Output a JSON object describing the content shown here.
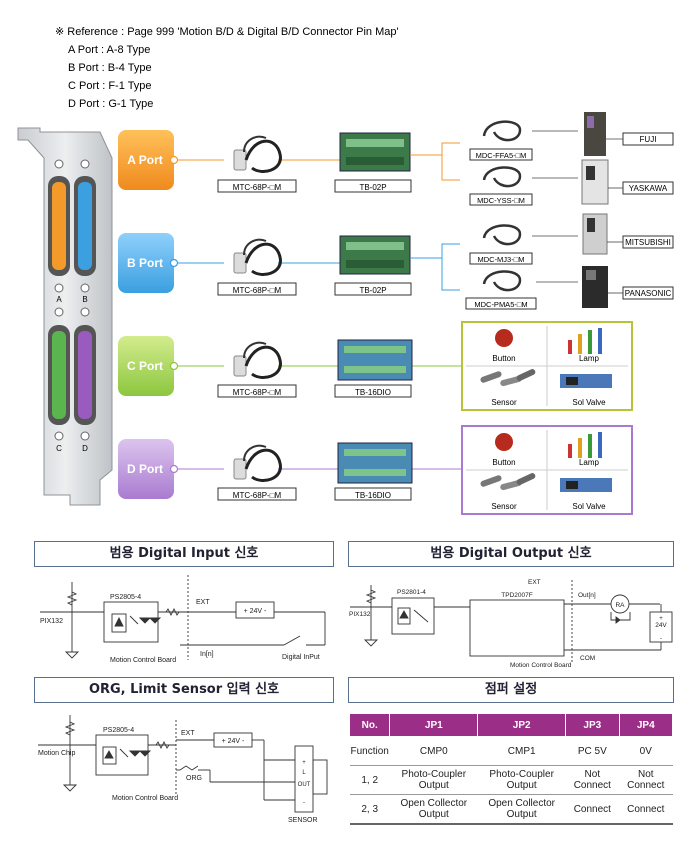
{
  "reference": {
    "note": "※ Reference : Page 999  'Motion B/D & Digital B/D Connector Pin Map'",
    "ports": [
      "A Port : A-8 Type",
      "B Port : B-4 Type",
      "C Port : F-1 Type",
      "D Port : G-1 Type"
    ]
  },
  "bracket": {
    "labels": [
      "A",
      "B",
      "C",
      "D"
    ]
  },
  "rows": [
    {
      "port": "A Port",
      "cable": "MTC-68P-□M",
      "terminal": "TB-02P",
      "color": "#f39a2b",
      "outputs": [
        {
          "cable": "MDC-FFA5-□M",
          "brand": "FUJI"
        },
        {
          "cable": "MDC-YSS-□M",
          "brand": "YASKAWA"
        }
      ]
    },
    {
      "port": "B Port",
      "cable": "MTC-68P-□M",
      "terminal": "TB-02P",
      "color": "#3b9fe0",
      "outputs": [
        {
          "cable": "MDC-MJ3-□M",
          "brand": "MITSUBISHI"
        },
        {
          "cable": "MDC-PMA5-□M",
          "brand": "PANASONIC"
        }
      ]
    },
    {
      "port": "C Port",
      "cable": "MTC-68P-□M",
      "terminal": "TB-16DIO",
      "color": "#8cc63f",
      "devices": [
        "Button",
        "Lamp",
        "Sensor",
        "Sol Valve"
      ]
    },
    {
      "port": "D Port",
      "cable": "MTC-68P-□M",
      "terminal": "TB-16DIO",
      "color": "#a97bd0",
      "devices": [
        "Button",
        "Lamp",
        "Sensor",
        "Sol Valve"
      ]
    }
  ],
  "sections": {
    "digital_input": {
      "title": "범용 Digital Input 신호",
      "labels": {
        "chip": "PS2805-4",
        "pin": "PIX132",
        "ext": "EXT",
        "power": "+ 24V -",
        "board": "Motion Control Board",
        "in": "In[n]",
        "switch": "Digital InPut"
      }
    },
    "digital_output": {
      "title": "범용 Digital Output 신호",
      "labels": {
        "chip": "PS2801-4",
        "pin": "PIX132",
        "driver": "TPD2007F",
        "ext": "EXT",
        "out": "Out[n]",
        "ra": "RA",
        "power": "24V",
        "plus": "+",
        "minus": "-",
        "com": "COM",
        "board": "Motion Control Board"
      }
    },
    "sensor": {
      "title": "ORG, Limit Sensor 입력 신호",
      "labels": {
        "chip": "PS2805-4",
        "pin": "Motion Chip",
        "ext": "EXT",
        "power": "+ 24V -",
        "org": "ORG",
        "board": "Motion Control Board",
        "sensor": "SENSOR",
        "plus": "+",
        "l": "L",
        "out": "OUT",
        "minus": "-"
      }
    },
    "jumper": {
      "title": "점퍼 설정",
      "headers": [
        "No.",
        "JP1",
        "JP2",
        "JP3",
        "JP4"
      ],
      "rows": [
        [
          "Function",
          "CMP0",
          "CMP1",
          "PC 5V",
          "0V"
        ],
        [
          "1, 2",
          "Photo-Coupler Output",
          "Photo-Coupler Output",
          "Not Connect",
          "Not Connect"
        ],
        [
          "2, 3",
          "Open Collector Output",
          "Open Collector Output",
          "Connect",
          "Connect"
        ]
      ]
    }
  }
}
